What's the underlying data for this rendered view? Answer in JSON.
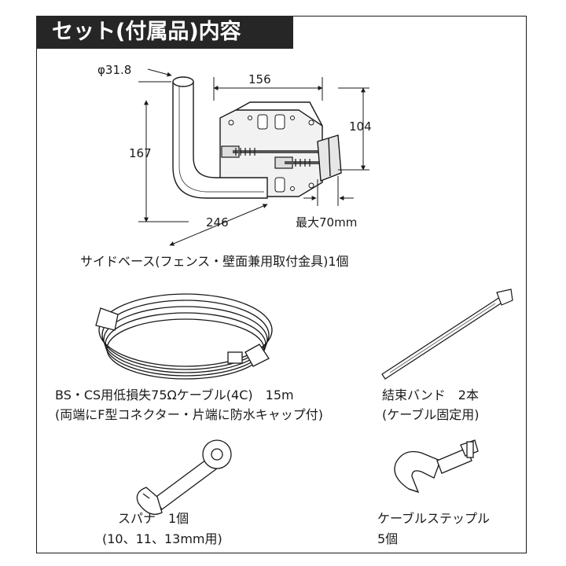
{
  "heading": "セット(付属品)内容",
  "base": {
    "diameter": "φ31.8",
    "width": "156",
    "plate_height": "104",
    "pole_height": "167",
    "depth": "246",
    "max_thickness": "最大70mm",
    "caption": "サイドベース(フェンス・壁面兼用取付金具)1個"
  },
  "cable": {
    "line1": "BS・CS用低損失75Ωケーブル(4C)　15m",
    "line2": "(両端にF型コネクター・片端に防水キャップ付)"
  },
  "tie": {
    "line1": "結束バンド　2本",
    "line2": "(ケーブル固定用)"
  },
  "wrench": {
    "line1": "スパナ　1個",
    "line2": "(10、11、13mm用)"
  },
  "staple": {
    "line1": "ケーブルステップル",
    "line2": "5個"
  }
}
